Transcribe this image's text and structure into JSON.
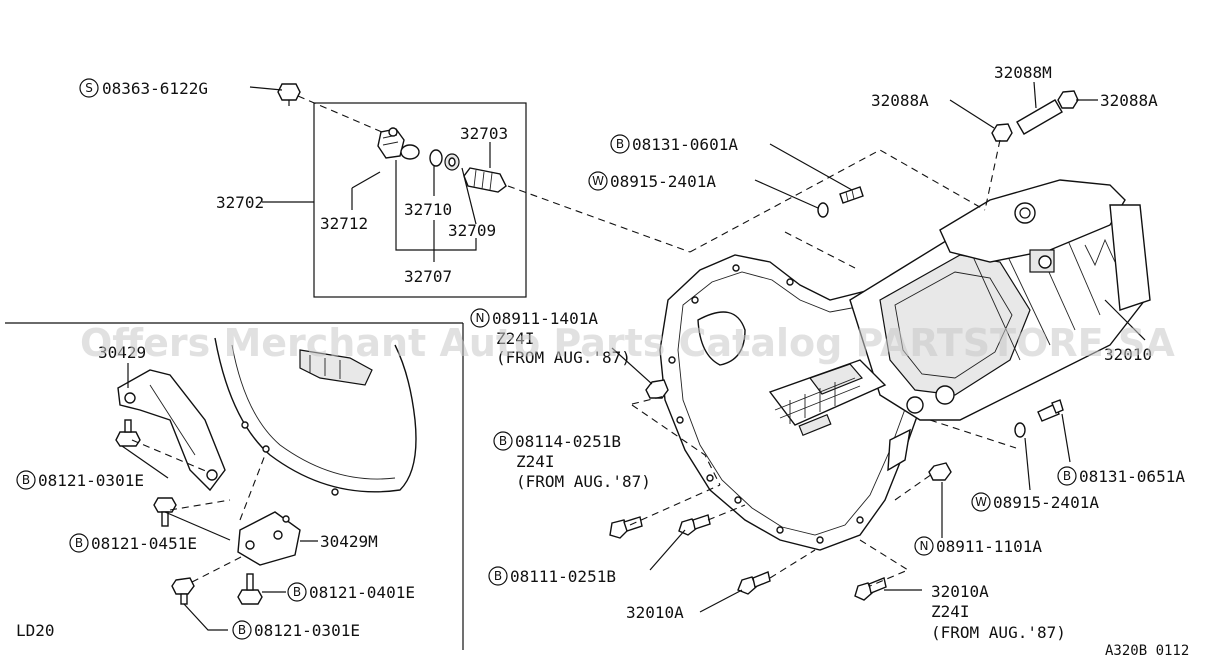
{
  "watermark": "Offers Merchant Auto Parts Catalog PARTSTORE.SA",
  "inset_model": "LD20",
  "diagram_code": "A320B 0112",
  "symbols": {
    "S": "S",
    "B": "B",
    "W": "W",
    "N": "N"
  },
  "parts": {
    "p_08363_6122G": "08363-6122G",
    "p_32703": "32703",
    "p_32702": "32702",
    "p_32712": "32712",
    "p_32710": "32710",
    "p_32709": "32709",
    "p_32707": "32707",
    "p_32088M": "32088M",
    "p_32088A_left": "32088A",
    "p_32088A_right": "32088A",
    "p_08131_0601A": "08131-0601A",
    "p_08915_2401A_top": "08915-2401A",
    "p_08911_1401A": "08911-1401A",
    "p_08911_1401A_note1": "Z24I",
    "p_08911_1401A_note2": "(FROM AUG.'87)",
    "p_32010": "32010",
    "p_30429": "30429",
    "p_08121_0301E_top": "08121-0301E",
    "p_08121_0451E": "08121-0451E",
    "p_30429M": "30429M",
    "p_08121_0401E": "08121-0401E",
    "p_08121_0301E_bottom": "08121-0301E",
    "p_08114_0251B": "08114-0251B",
    "p_08114_0251B_note1": "Z24I",
    "p_08114_0251B_note2": "(FROM AUG.'87)",
    "p_08111_0251B": "08111-0251B",
    "p_32010A_left": "32010A",
    "p_32010A_right": "32010A",
    "p_32010A_note1": "Z24I",
    "p_32010A_note2": "(FROM AUG.'87)",
    "p_08131_0651A": "08131-0651A",
    "p_08915_2401A_bottom": "08915-2401A",
    "p_08911_1101A": "08911-1101A"
  }
}
